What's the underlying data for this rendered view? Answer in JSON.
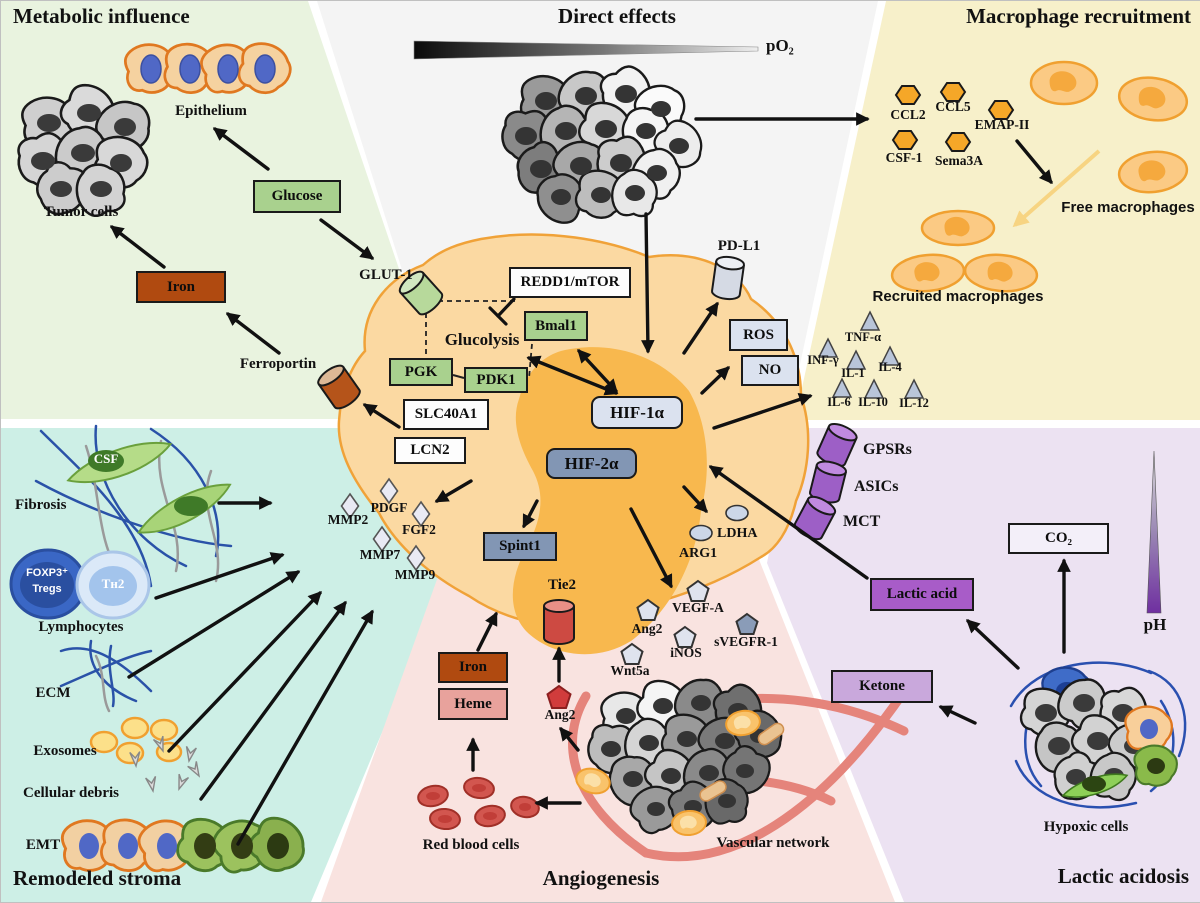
{
  "colors": {
    "metabolic_bg": "#e9f3df",
    "direct_bg": "#f4f4f4",
    "macrophage_bg": "#f7f0ca",
    "stroma_bg": "#cdefe6",
    "angiogenesis_bg": "#f9e3e0",
    "lactic_bg": "#ece2f2",
    "cell_body": "#fbd9a2",
    "cell_nucleus": "#f8b84e",
    "hif1_bg": "#dbe2ef",
    "hif2_bg": "#8296b4",
    "green_box": "#a9d18e",
    "iron_box": "#b04a10",
    "heme_box": "#e8a29c",
    "lactic_box": "#a85cc8",
    "ketone_box": "#c9a8dc",
    "receptor_purple": "#9d5fc6",
    "hexagon_orange": "#f5a728",
    "arrow_black": "#111111",
    "arrow_yellow": "#f7d482"
  },
  "metabolic": {
    "title": "Metabolic influence",
    "epithelium": "Epithelium",
    "tumor_cells": "Tumor cells",
    "glucose": "Glucose",
    "iron": "Iron",
    "ferroportin": "Ferroportin",
    "glut1": "GLUT-1"
  },
  "direct": {
    "title": "Direct effects",
    "po2": "pO₂"
  },
  "macrophage": {
    "title": "Macrophage recruitment",
    "chemokines": [
      "CCL2",
      "CCL5",
      "EMAP-II",
      "CSF-1",
      "Sema3A"
    ],
    "free": "Free macrophages",
    "recruited": "Recruited macrophages"
  },
  "cytokines": [
    "TNF-α",
    "INF-γ",
    "IL-1",
    "IL-4",
    "IL-6",
    "IL-10",
    "IL-12"
  ],
  "receptors": [
    "GPSRs",
    "ASICs",
    "MCT"
  ],
  "cell": {
    "redd1_mtor": "REDD1/mTOR",
    "bmal1": "Bmal1",
    "glucolysis": "Glucolysis",
    "pgk": "PGK",
    "pdk1": "PDK1",
    "slc40a1": "SLC40A1",
    "lcn2": "LCN2",
    "hif1": "HIF-1α",
    "hif2": "HIF-2α",
    "spint1": "Spint1",
    "ros": "ROS",
    "no": "NO",
    "pdl1": "PD-L1",
    "ldha": "LDHA",
    "arg1": "ARG1"
  },
  "secreted_left": [
    "PDGF",
    "MMP2",
    "FGF2",
    "MMP7",
    "MMP9"
  ],
  "secreted_bottom": [
    "VEGF-A",
    "Ang2",
    "iNOS",
    "sVEGFR-1",
    "Wnt5a"
  ],
  "stroma": {
    "title": "Remodeled stroma",
    "fibrosis": "Fibrosis",
    "csf": "CSF",
    "foxp3_line1": "FOXP3⁺",
    "foxp3_line2": "Tregs",
    "th2": "Tʜ2",
    "lymphocytes": "Lymphocytes",
    "ecm": "ECM",
    "exosomes": "Exosomes",
    "debris": "Cellular debris",
    "emt": "EMT"
  },
  "angiogenesis": {
    "title": "Angiogenesis",
    "iron": "Iron",
    "heme": "Heme",
    "tie2": "Tie2",
    "ang2": "Ang2",
    "rbc": "Red blood cells",
    "vascular": "Vascular network"
  },
  "lactic": {
    "title": "Lactic acidosis",
    "lactic_acid": "Lactic acid",
    "ketone": "Ketone",
    "co2": "CO₂",
    "ph": "pH",
    "hypoxic": "Hypoxic cells"
  }
}
